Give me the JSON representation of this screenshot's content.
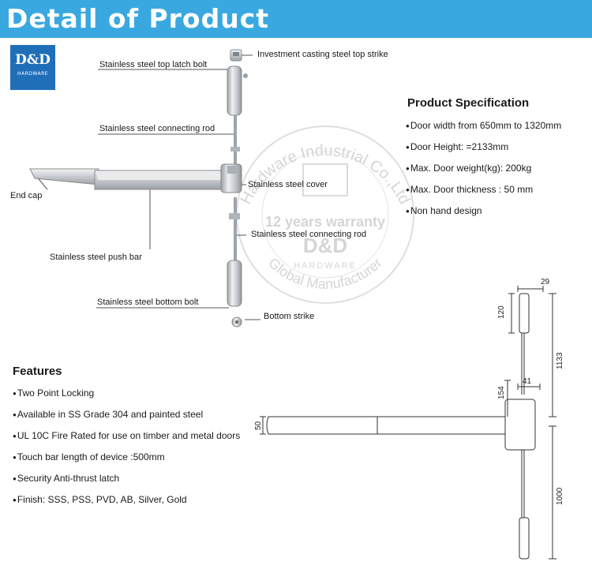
{
  "header": {
    "title": "Detail of Product"
  },
  "logo": {
    "main": "D&D",
    "sub": "HARDWARE"
  },
  "watermark": {
    "arc_top": "Hardware Industrial Co.,Ltd",
    "arc_bottom": "Global Manufacturer",
    "warranty": "12 years warranty",
    "brand": "D&D",
    "brand_sub": "HARDWARE"
  },
  "parts": {
    "top_strike": "Investment casting steel top strike",
    "top_latch_bolt": "Stainless steel top latch bolt",
    "connecting_rod_top": "Stainless steel connecting rod",
    "end_cap": "End cap",
    "cover": "Stainless steel cover",
    "connecting_rod_bottom": "Stainless steel connecting rod",
    "push_bar": "Stainless steel push bar",
    "bottom_bolt": "Stainless steel bottom bolt",
    "bottom_strike": "Bottom strike"
  },
  "specification": {
    "title": "Product Specification",
    "items": [
      "Door width from 650mm to 1320mm",
      "Door Height: =2133mm",
      "Max. Door weight(kg): 200kg",
      "Max. Door thickness : 50 mm",
      "Non hand design"
    ]
  },
  "features": {
    "title": "Features",
    "items": [
      "Two Point Locking",
      "Available in SS Grade 304 and painted steel",
      "UL 10C Fire Rated for use on timber and metal doors",
      "Touch bar length of device :500mm",
      "Security Anti-thrust latch",
      "Finish: SSS, PSS, PVD, AB, Silver, Gold"
    ]
  },
  "dimensions": {
    "d29": "29",
    "d120": "120",
    "d1133": "1133",
    "d41": "41",
    "d154": "154",
    "d50": "50",
    "d1000": "1000"
  },
  "colors": {
    "header": "#3aa8e0",
    "logo": "#1f6fb8",
    "metal": "#c9cdd2",
    "watermark": "#c8c8c8"
  }
}
